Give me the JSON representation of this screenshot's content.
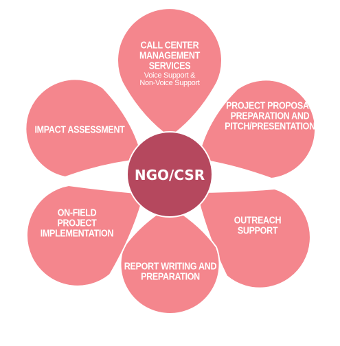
{
  "colors": {
    "petal": "#f4868d",
    "center": "#b5485e",
    "text": "#ffffff"
  },
  "center": {
    "label": "NGO/CSR"
  },
  "petals": [
    {
      "title": "CALL CENTER\nMANAGEMENT\nSERVICES",
      "subtitle": "Voice Support &\nNon-Voice Support"
    },
    {
      "title": "PROJECT PROPOSAL\nPREPARATION AND\nPITCH/PRESENTATION"
    },
    {
      "title": "OUTREACH\nSUPPORT"
    },
    {
      "title": "REPORT WRITING AND\nPREPARATION"
    },
    {
      "title": "ON-FIELD\nPROJECT\nIMPLEMENTATION"
    },
    {
      "title": "IMPACT ASSESSMENT"
    }
  ]
}
